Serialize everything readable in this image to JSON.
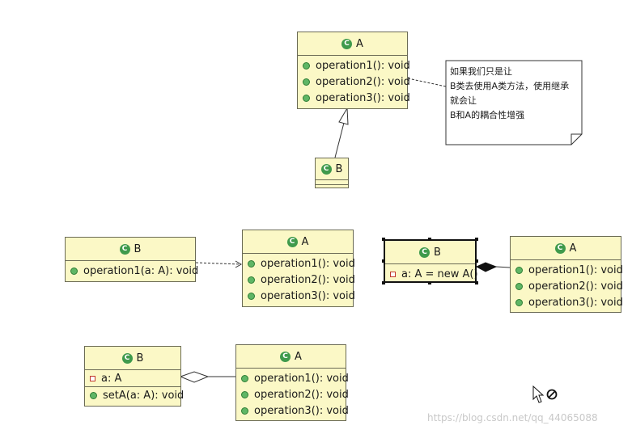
{
  "diagram": {
    "inheritance_group": {
      "class_a": {
        "name": "A",
        "methods": [
          "operation1(): void",
          "operation2(): void",
          "operation3(): void"
        ]
      },
      "class_b": {
        "name": "B"
      },
      "note": {
        "lines": [
          "如果我们只是让",
          "B类去使用A类方法，使用继承",
          "就会让",
          "B和A的耦合性增强"
        ]
      }
    },
    "dependency_group": {
      "class_b": {
        "name": "B",
        "methods": [
          "operation1(a: A): void"
        ]
      },
      "class_a": {
        "name": "A",
        "methods": [
          "operation1(): void",
          "operation2(): void",
          "operation3(): void"
        ]
      }
    },
    "composition_group": {
      "class_b": {
        "name": "B",
        "fields": [
          "a: A = new A()"
        ]
      },
      "class_a": {
        "name": "A",
        "methods": [
          "operation1(): void",
          "operation2(): void",
          "operation3(): void"
        ]
      }
    },
    "aggregation_group": {
      "class_b": {
        "name": "B",
        "fields": [
          "a: A"
        ],
        "methods": [
          "setA(a: A): void"
        ]
      },
      "class_a": {
        "name": "A",
        "methods": [
          "operation1(): void",
          "operation2(): void",
          "operation3(): void"
        ]
      }
    }
  },
  "watermark": "https://blog.csdn.net/qq_44065088",
  "icons": {
    "class": "class-icon",
    "method": "public-method-icon",
    "field": "private-field-icon",
    "cursor": "arrow-cursor-icon",
    "no_entry": "not-allowed-icon"
  },
  "colors": {
    "class_fill": "#fbf8c6",
    "class_border": "#6b6b55",
    "class_icon": "#3f9a4c",
    "method_dot": "#5fb665",
    "field_marker": "#c0392b",
    "watermark": "#c8c8c8"
  }
}
